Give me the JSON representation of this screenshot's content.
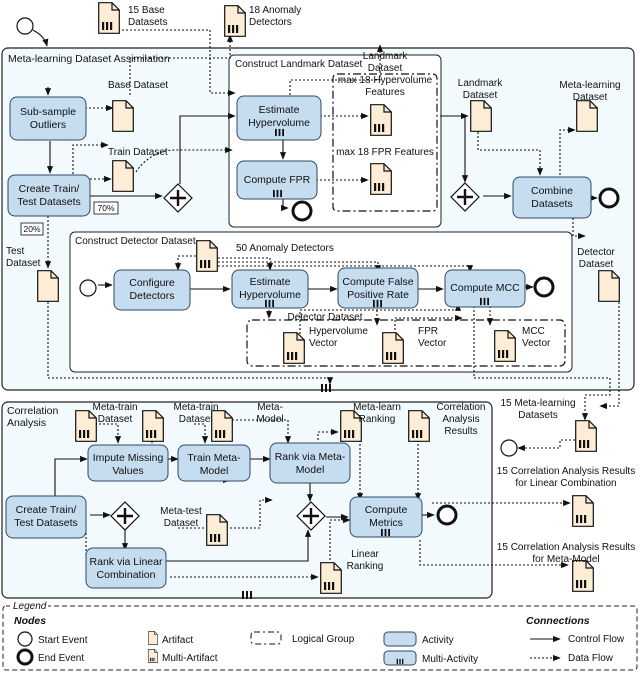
{
  "pools": {
    "assimilation": "Meta-learning Dataset Assimilation",
    "landmark": "Construct Landmark Dataset",
    "detector": "Construct Detector Dataset",
    "correlation": [
      "Correlation",
      "Analysis"
    ]
  },
  "activities": {
    "subsample": [
      "Sub-sample",
      "Outliers"
    ],
    "create_split_top": [
      "Create Train/",
      "Test Datasets"
    ],
    "estimate_hv_top": [
      "Estimate",
      "Hypervolume"
    ],
    "compute_fpr": [
      "Compute FPR"
    ],
    "combine": [
      "Combine",
      "Datasets"
    ],
    "configure": [
      "Configure",
      "Detectors"
    ],
    "estimate_hv_det": [
      "Estimate",
      "Hypervolume"
    ],
    "compute_false_pos": [
      "Compute False",
      "Positive Rate"
    ],
    "compute_mcc": [
      "Compute MCC"
    ],
    "impute": [
      "Impute Missing",
      "Values"
    ],
    "train_meta": [
      "Train Meta-",
      "Model"
    ],
    "rank_meta": [
      "Rank via Meta-",
      "Model"
    ],
    "create_split_bottom": [
      "Create Train/",
      "Test Datasets"
    ],
    "compute_metrics": [
      "Compute",
      "Metrics"
    ],
    "rank_linear": [
      "Rank via Linear",
      "Combination"
    ]
  },
  "artifacts": {
    "base15": [
      "15 Base",
      "Datasets"
    ],
    "anomaly18": [
      "18 Anomaly",
      "Detectors"
    ],
    "base_dataset": [
      "Base Dataset"
    ],
    "train_dataset": [
      "Train Dataset"
    ],
    "test_dataset": [
      "Test",
      "Dataset"
    ],
    "landmark_dataset": [
      "Landmark",
      "Dataset"
    ],
    "max18_hv": [
      "max 18 Hypervolume",
      "Features"
    ],
    "max18_fpr": [
      "max 18 FPR Features"
    ],
    "landmark_dataset_right": [
      "Landmark",
      "Dataset"
    ],
    "meta_learning_dataset": [
      "Meta-learning",
      "Dataset"
    ],
    "detector_dataset_right": [
      "Detector",
      "Dataset"
    ],
    "anomaly50": [
      "50 Anomaly Detectors"
    ],
    "detector_dataset_group": [
      "Detector Dataset"
    ],
    "hv_vector": [
      "Hypervolume",
      "Vector"
    ],
    "fpr_vector": [
      "FPR",
      "Vector"
    ],
    "mcc_vector": [
      "MCC",
      "Vector"
    ],
    "meta_learning15": [
      "15 Meta-learning",
      "Datasets"
    ],
    "meta_train1": [
      "Meta-train",
      "Dataset"
    ],
    "meta_train2": [
      "Meta-train",
      "Dataset"
    ],
    "meta_model": [
      "Meta-",
      "Model"
    ],
    "meta_learn_ranking": [
      "Meta-learn",
      "Ranking"
    ],
    "corr_results": [
      "Correlation",
      "Analysis",
      "Results"
    ],
    "meta_test": [
      "Meta-test",
      "Dataset"
    ],
    "linear_ranking": [
      "Linear",
      "Ranking"
    ],
    "results_linear": [
      "15 Correlation Analysis Results",
      "for Linear Combination"
    ],
    "results_meta": [
      "15 Correlation Analysis Results",
      "for Meta-Model"
    ]
  },
  "percentages": {
    "train": "70%",
    "test": "20%"
  },
  "legend": {
    "title": "Legend",
    "nodes_title": "Nodes",
    "connections_title": "Connections",
    "start_event": "Start Event",
    "end_event": "End Event",
    "artifact": "Artifact",
    "multi_artifact": "Multi-Artifact",
    "logical_group": "Logical Group",
    "activity": "Activity",
    "multi_activity": "Multi-Activity",
    "control_flow": "Control Flow",
    "data_flow": "Data Flow"
  }
}
